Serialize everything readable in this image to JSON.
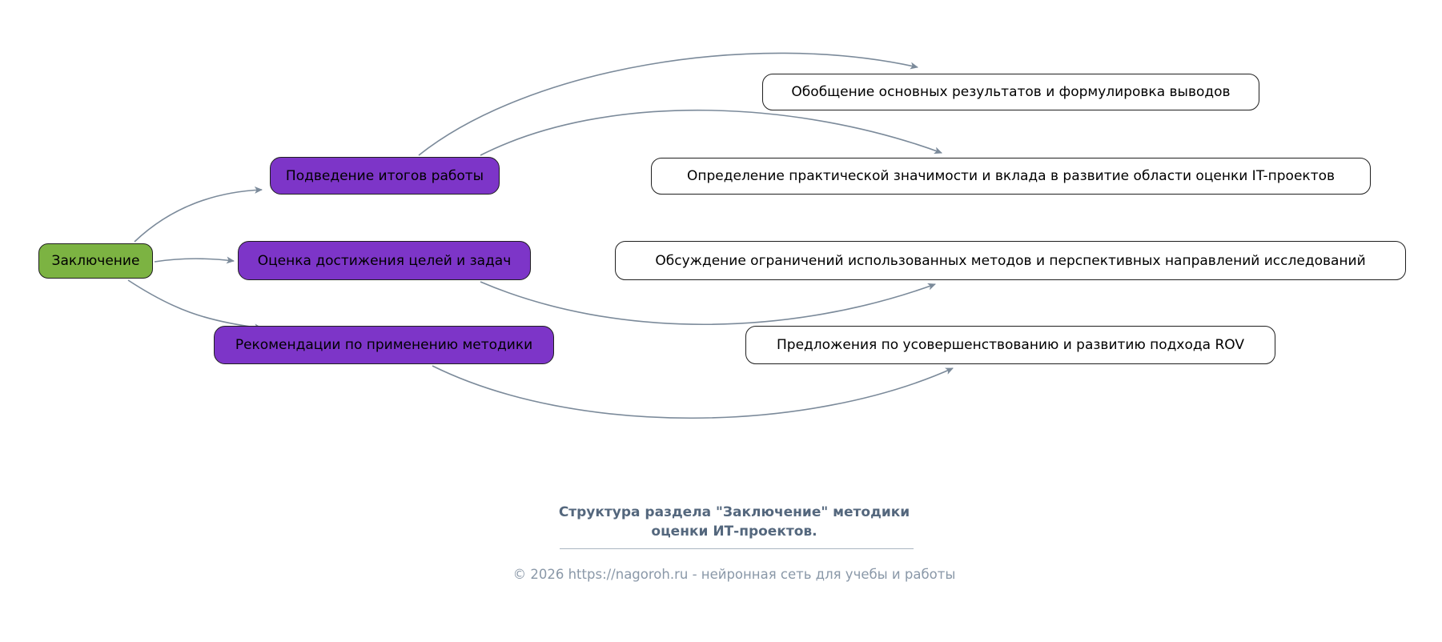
{
  "diagram": {
    "root": {
      "id": "zakluchenie",
      "label": "Заключение"
    },
    "branches": [
      {
        "id": "podvedenie",
        "label": "Подведение итогов работы"
      },
      {
        "id": "ocenka",
        "label": "Оценка достижения целей и задач"
      },
      {
        "id": "rekomendacii",
        "label": "Рекомендации по применению методики"
      }
    ],
    "leaves": [
      {
        "id": "obobshchenie",
        "label": "Обобщение основных результатов и формулировка выводов"
      },
      {
        "id": "opredelenie",
        "label": "Определение практической значимости и вклада в развитие области оценки IT-проектов"
      },
      {
        "id": "obsuzhdenie",
        "label": "Обсуждение ограничений использованных методов и перспективных направлений исследований"
      },
      {
        "id": "predlozheniya",
        "label": "Предложения по усовершенствованию и развитию подхода ROV"
      }
    ],
    "edges": [
      {
        "from": "Заключение",
        "to": "Подведение итогов работы"
      },
      {
        "from": "Заключение",
        "to": "Оценка достижения целей и задач"
      },
      {
        "from": "Заключение",
        "to": "Рекомендации по применению методики"
      },
      {
        "from": "Подведение итогов работы",
        "to": "Обобщение основных результатов и формулировка выводов"
      },
      {
        "from": "Подведение итогов работы",
        "to": "Определение практической значимости и вклада в развитие области оценки IT-проектов"
      },
      {
        "from": "Оценка достижения целей и задач",
        "to": "Обсуждение ограничений использованных методов и перспективных направлений исследований"
      },
      {
        "from": "Рекомендации по применению методики",
        "to": "Предложения по усовершенствованию и развитию подхода ROV"
      }
    ],
    "caption": {
      "line1": "Структура раздела \"Заключение\" методики",
      "line2": "оценки ИТ-проектов."
    },
    "footer": "© 2026 https://nagoroh.ru - нейронная сеть для учебы и работы",
    "colors": {
      "root_fill": "#7cb342",
      "branch_fill": "#7d35c8",
      "leaf_fill": "#ffffff",
      "node_border": "#1f1f1f",
      "edge": "#7b8a9a",
      "caption": "#54677d",
      "footer": "#8a98a8"
    }
  }
}
